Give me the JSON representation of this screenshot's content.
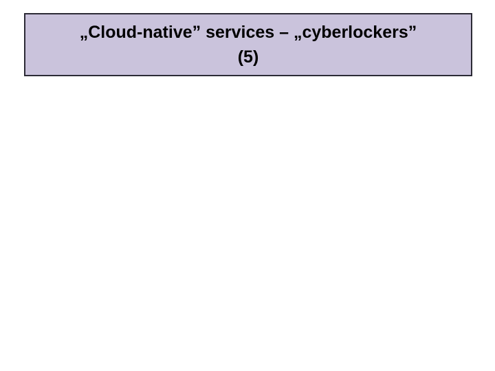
{
  "slide": {
    "background_color": "#ffffff",
    "title": {
      "line1": "„Cloud-native” services – „cyberlockers”",
      "line2": "(5)",
      "full_text": "„Cloud-native” services – „cyberlockers” (5)",
      "box_background_color": "#cac3dc",
      "box_border_color": "#2b2a35",
      "text_color": "#000000"
    }
  }
}
